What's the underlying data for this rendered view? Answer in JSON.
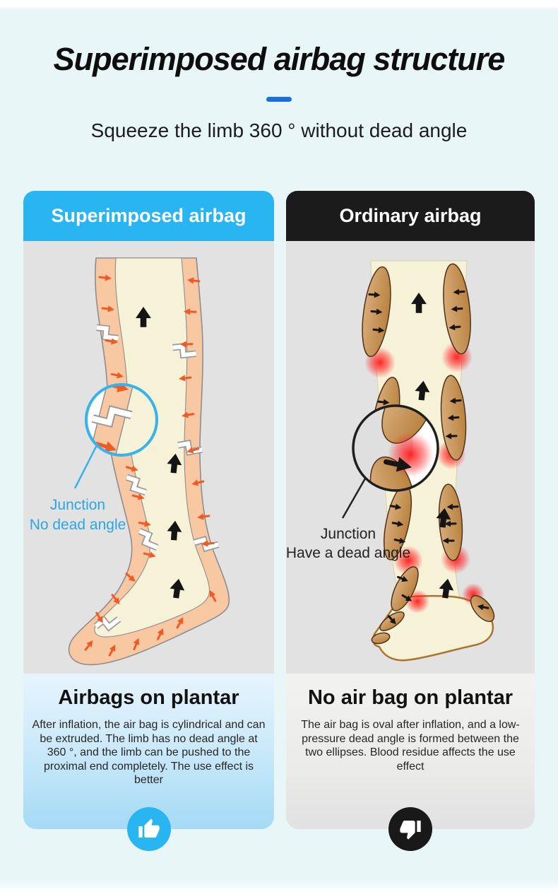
{
  "page": {
    "title": "Superimposed airbag structure",
    "subtitle": "Squeeze the limb 360 ° without dead angle"
  },
  "left_panel": {
    "header": "Superimposed airbag",
    "annotation": {
      "line1": "Junction",
      "line2": "No dead angle"
    },
    "verdict": {
      "title": "Airbags on plantar",
      "body": "After inflation, the air bag is cylindrical and can be extruded. The limb has no dead angle at 360 °, and the limb can be pushed to the proximal end completely. The use effect is better"
    },
    "result_icon": "thumb-up-icon"
  },
  "right_panel": {
    "header": "Ordinary airbag",
    "annotation": {
      "line1": "Junction",
      "line2": "Have a dead angle"
    },
    "verdict": {
      "title": "No air bag on plantar",
      "body": "The air bag is oval after inflation, and a low-pressure dead angle is formed between the two ellipses. Blood residue affects the use effect"
    },
    "result_icon": "thumb-down-icon"
  },
  "colors": {
    "accent_blue": "#29b5f1",
    "accent_black": "#1b1b1b",
    "title_dash_blue": "#1a6fe3",
    "junction_label_blue": "#2ba6e4",
    "orange_arrow": "#f15a24",
    "dead_angle_red": "#ff2020",
    "limb_cream": "#f6f2d8",
    "airbag_peach": "#f8c8a2",
    "airbag_tan": "#c08b4f"
  }
}
